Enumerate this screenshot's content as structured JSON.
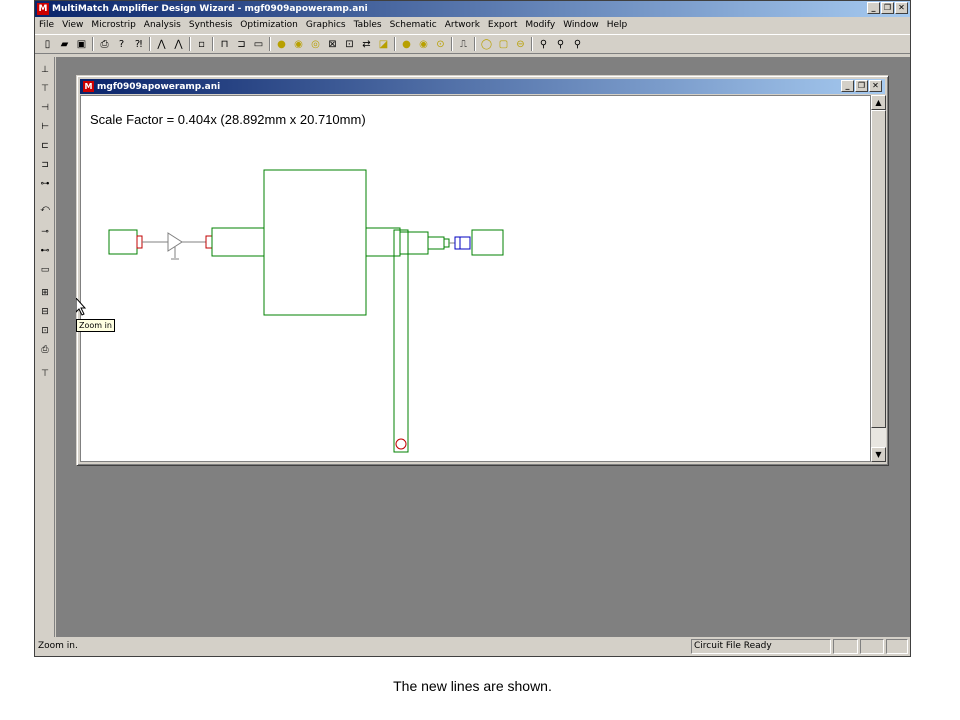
{
  "app": {
    "title": "MultiMatch Amplifier Design Wizard - mgf0909apoweramp.ani",
    "icon_text": "M"
  },
  "window_controls": {
    "minimize": "_",
    "restore": "❐",
    "close": "✕"
  },
  "menu": [
    "File",
    "View",
    "Microstrip",
    "Analysis",
    "Synthesis",
    "Optimization",
    "Graphics",
    "Tables",
    "Schematic",
    "Artwork",
    "Export",
    "Modify",
    "Window",
    "Help"
  ],
  "child_window": {
    "title": "mgf0909apoweramp.ani",
    "scale_text": "Scale Factor =  0.404x (28.892mm x 20.710mm)"
  },
  "tooltip": "Zoom in",
  "status": {
    "message": "Zoom in.",
    "file_state": "Circuit File Ready"
  },
  "caption": "The new lines are shown.",
  "colors": {
    "layout_green": "#008000",
    "accent_red": "#c00000",
    "accent_blue": "#0000c0",
    "title_dark": "#0a246a",
    "title_light": "#a6caf0"
  }
}
